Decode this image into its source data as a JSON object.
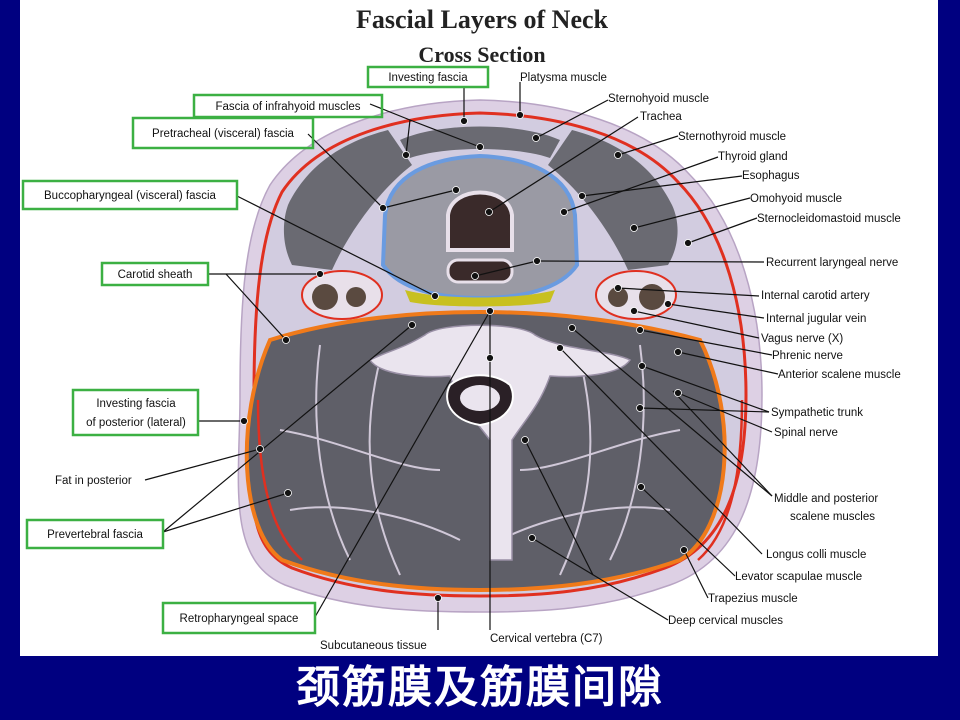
{
  "title": "Fascial Layers of Neck",
  "subtitle": "Cross Section",
  "footer_caption": "颈筋膜及筋膜间隙",
  "boxed_labels": {
    "investing_fascia": "Investing  fascia",
    "infrahyoid_fascia": "Fascia of infrahyoid muscles",
    "pretracheal_fascia": "Pretracheal (visceral) fascia",
    "buccopharyngeal_fascia": "Buccopharyngeal (visceral) fascia",
    "carotid_sheath": "Carotid sheath",
    "investing_posterior_1": "Investing fascia",
    "investing_posterior_2": "of posterior (lateral)",
    "prevertebral_fascia": "Prevertebral  fascia",
    "retropharyngeal_space": "Retropharyngeal space"
  },
  "labels": {
    "fat_posterior": "Fat in  posterior",
    "platysma": "Platysma muscle",
    "sternohyoid": "Sternohyoid muscle",
    "trachea": "Trachea",
    "sternothyroid": "Sternothyroid muscle",
    "thyroid": "Thyroid gland",
    "esophagus": "Esophagus",
    "omohyoid": "Omohyoid muscle",
    "scm": "Sternocleidomastoid muscle",
    "recurrent": "Recurrent laryngeal nerve",
    "ica": "Internal carotid artery",
    "ijv": "Internal jugular vein",
    "vagus": "Vagus nerve (X)",
    "phrenic": "Phrenic nerve",
    "anterior_scalene": "Anterior scalene muscle",
    "sympathetic": "Sympathetic trunk",
    "spinal_nerve": "Spinal nerve",
    "middle_scalene_1": "Middle and posterior",
    "middle_scalene_2": "scalene muscles",
    "longus_colli": "Longus colli muscle",
    "levator": "Levator scapulae muscle",
    "trapezius": "Trapezius muscle",
    "deep_cervical": "Deep cervical muscles",
    "cervical_vertebra": "Cervical vertebra (C7)",
    "subcutaneous": "Subcutaneous tissue"
  },
  "colors": {
    "background": "#000080",
    "panel": "#ffffff",
    "box_border": "#3cb043",
    "fascia_red": "#e03020",
    "prevertebral_orange": "#f07a1a",
    "pretracheal_blue": "#6a9be0",
    "buccopharyngeal_yellow": "#c8c020",
    "muscle_gray": "#6a6a72",
    "subcutaneous_lilac": "#ddd0e4"
  }
}
